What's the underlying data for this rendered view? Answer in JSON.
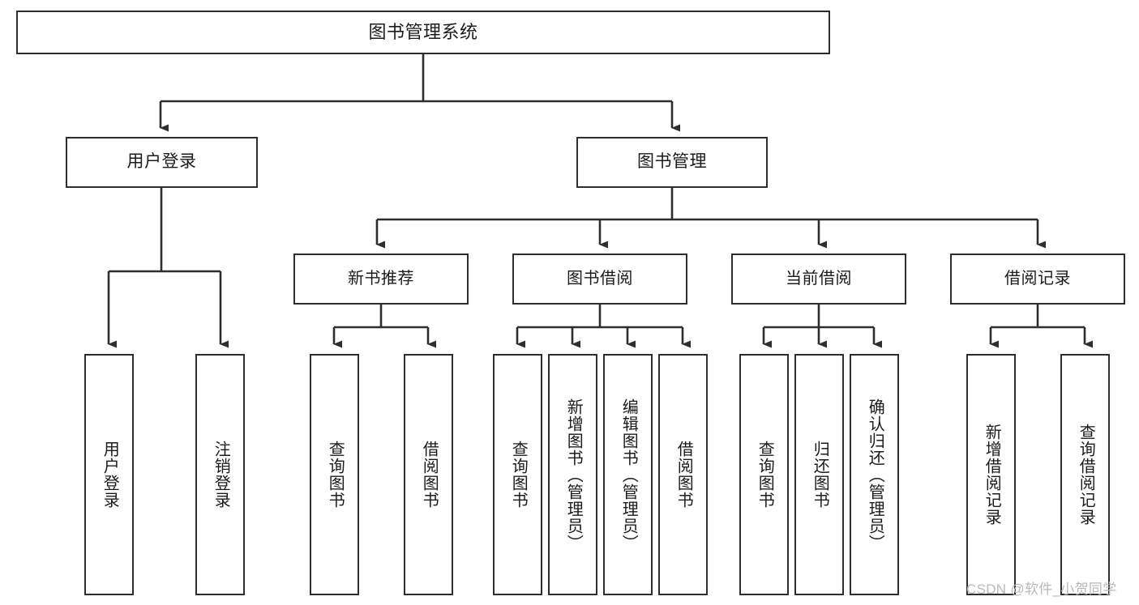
{
  "diagram": {
    "title": "图书管理系统",
    "type": "tree",
    "colors": {
      "box_border": "#2e2e2e",
      "box_fill": "#ffffff",
      "connector": "#2e2e2e",
      "text": "#1b1b1b",
      "watermark": "#b9b9b9",
      "background": "#ffffff"
    },
    "root": {
      "label": "图书管理系统"
    },
    "level2": [
      {
        "label": "用户登录"
      },
      {
        "label": "图书管理"
      }
    ],
    "level3": [
      {
        "label": "新书推荐"
      },
      {
        "label": "图书借阅"
      },
      {
        "label": "当前借阅"
      },
      {
        "label": "借阅记录"
      }
    ],
    "leaves": {
      "user_login": [
        {
          "label": "用户登录"
        },
        {
          "label": "注销登录"
        }
      ],
      "new_book_recommend": [
        {
          "label": "查询图书"
        },
        {
          "label": "借阅图书"
        }
      ],
      "book_borrow": [
        {
          "label": "查询图书"
        },
        {
          "label": "新增图书（管理员）"
        },
        {
          "label": "编辑图书（管理员）"
        },
        {
          "label": "借阅图书"
        }
      ],
      "current_borrow": [
        {
          "label": "查询图书"
        },
        {
          "label": "归还图书"
        },
        {
          "label": "确认归还（管理员）"
        }
      ],
      "borrow_records": [
        {
          "label": "新增借阅记录"
        },
        {
          "label": "查询借阅记录"
        }
      ]
    },
    "watermark": "CSDN @软件_小贺同学"
  }
}
